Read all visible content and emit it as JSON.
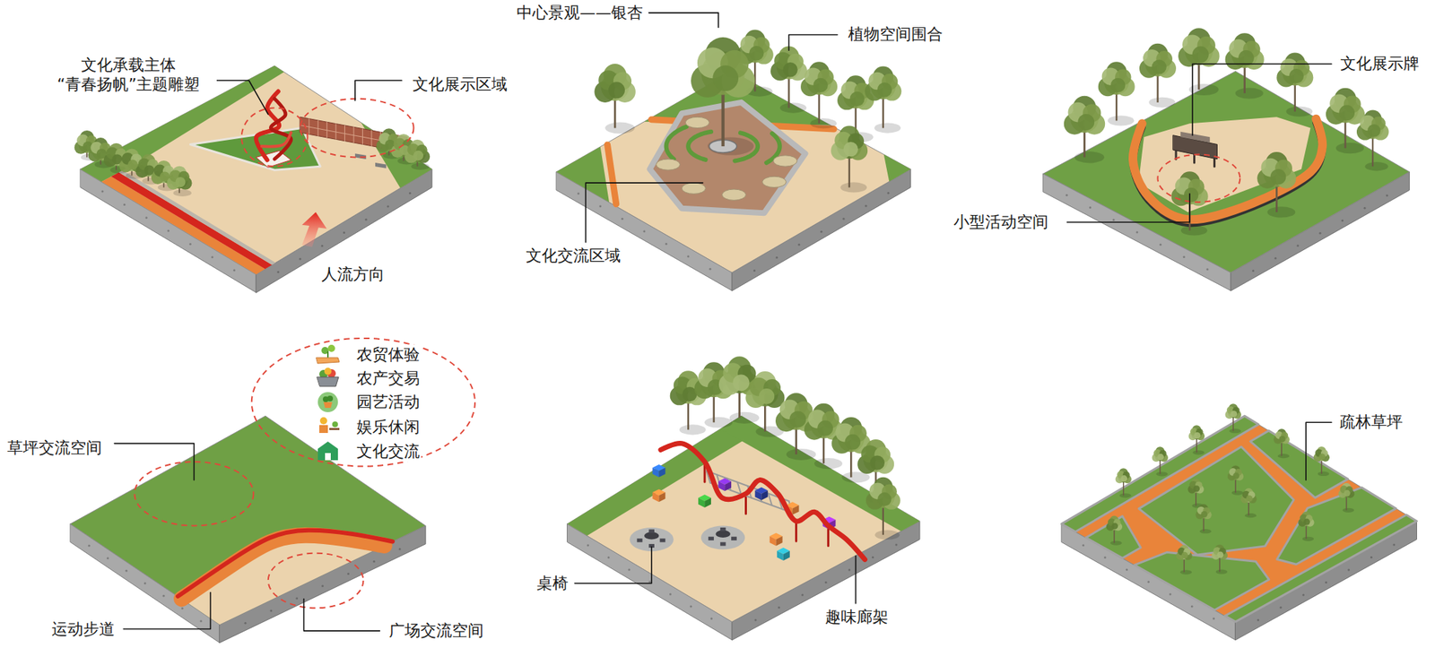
{
  "diagram": {
    "labels": [
      "文化承载主体 “青春扬帆”主题雕塑",
      "文化展示区域",
      "人流方向",
      "中心景观——银杏",
      "植物空间围合",
      "文化交流区域",
      "文化展示牌",
      "小型活动空间",
      "农贸体验",
      "农产交易",
      "园艺活动",
      "娱乐休闲",
      "文化交流",
      "草坪交流空间",
      "运动步道",
      "广场交流空间",
      "桌椅",
      "趣味廊架",
      "疏林草坪"
    ]
  }
}
